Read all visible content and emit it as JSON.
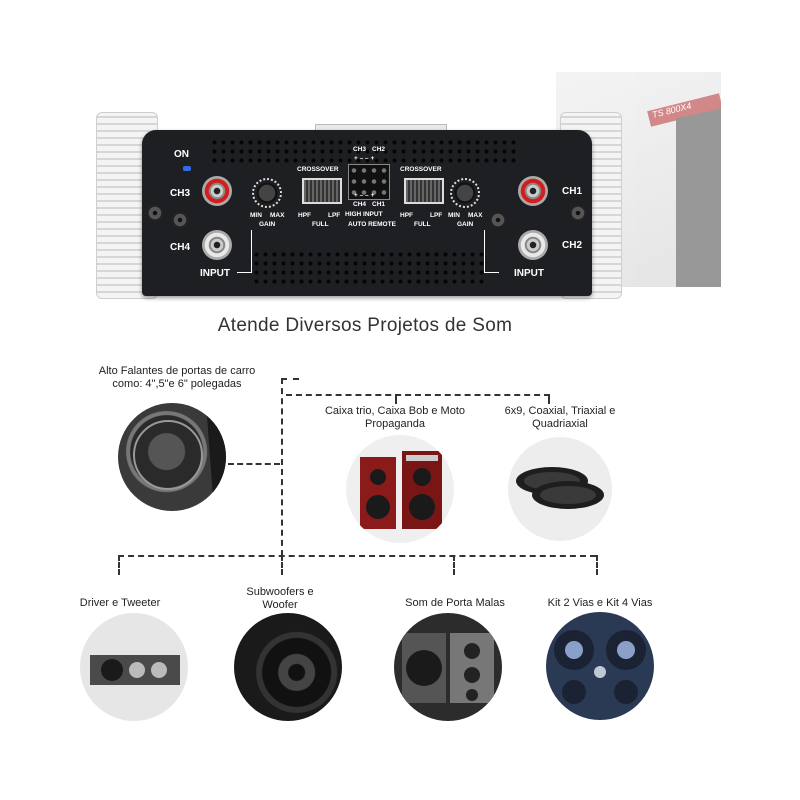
{
  "amplifier": {
    "on_label": "ON",
    "ch3": "CH3",
    "ch4": "CH4",
    "ch1": "CH1",
    "ch2": "CH2",
    "input_left": "INPUT",
    "input_right": "INPUT",
    "crossover_left": "CROSSOVER",
    "crossover_right": "CROSSOVER",
    "hpf": "HPF",
    "lpf": "LPF",
    "full": "FULL",
    "min": "MIN",
    "max": "MAX",
    "gain": "GAIN",
    "top_ch3": "CH3",
    "top_ch2": "CH2",
    "top_signs": "+ – – +",
    "bottom_signs": "+ – – +",
    "bottom_ch4": "CH4",
    "bottom_ch1": "CH1",
    "high_input": "HIGH INPUT",
    "auto_remote": "AUTO REMOTE",
    "bg_model": "TS 800X4",
    "led_color": "#2f6cf0",
    "rca_red": "#d21d1d",
    "rca_white": "#e8e8e8"
  },
  "title": "Atende Diversos Projetos de Som",
  "items": {
    "door": "Alto Falantes de portas de carro como: 4\",5\"e 6\" polegadas",
    "trio": "Caixa trio, Caixa Bob e Moto Propaganda",
    "coaxial": "6x9, Coaxial, Triaxial e Quadriaxial",
    "driver": "Driver e Tweeter",
    "sub": "Subwoofers e Woofer",
    "trunk": "Som de Porta Malas",
    "kits": "Kit 2 Vias e Kit 4 Vias"
  }
}
